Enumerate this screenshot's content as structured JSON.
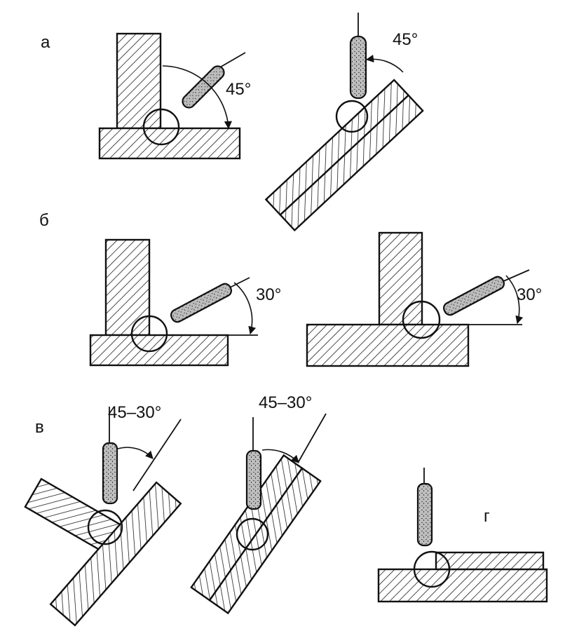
{
  "panels": {
    "a": {
      "label": "а",
      "left_angle": "45°",
      "right_angle": "45°"
    },
    "b": {
      "label": "б",
      "left_angle": "30°",
      "right_angle": "30°"
    },
    "v": {
      "label": "в",
      "left_angle": "45–30°",
      "right_angle": "45–30°"
    },
    "g": {
      "label": "г"
    }
  },
  "colors": {
    "ink": "#111111",
    "background": "#ffffff"
  }
}
